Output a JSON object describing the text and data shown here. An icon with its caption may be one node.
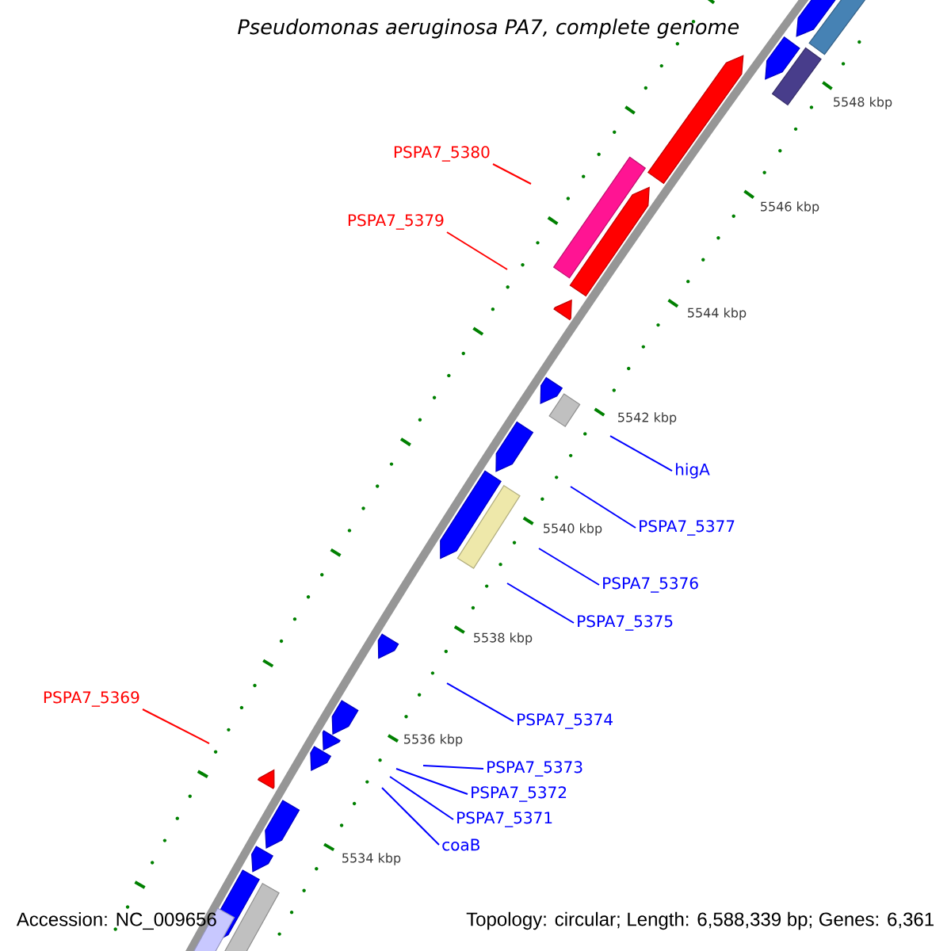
{
  "diagram": {
    "title": "Pseudomonas aeruginosa PA7, complete genome",
    "nodes": [
      {
        "text": [
          "PSPA7_5380"
        ]
      },
      {
        "text": [
          "PSPA7_5379"
        ]
      },
      {
        "text": [
          "higA"
        ]
      },
      {
        "text": [
          "PSPA7_5377"
        ]
      },
      {
        "text": [
          "PSPA7_5376"
        ]
      },
      {
        "text": [
          "PSPA7_5375"
        ]
      },
      {
        "text": [
          "PSPA7_5369"
        ]
      },
      {
        "text": [
          "PSPA7_5374"
        ]
      },
      {
        "text": [
          "PSPA7_5373"
        ]
      },
      {
        "text": [
          "PSPA7_5372"
        ]
      },
      {
        "text": [
          "PSPA7_5371"
        ]
      },
      {
        "text": [
          "coaB"
        ]
      }
    ],
    "edges": [
      {
        "from": 0,
        "to": null,
        "arrow": "none",
        "color": "#ff0000"
      },
      {
        "from": 1,
        "to": null,
        "arrow": "none",
        "color": "#ff0000"
      },
      {
        "from": 2,
        "to": null,
        "arrow": "none"
      },
      {
        "from": 3,
        "to": null,
        "arrow": "none"
      },
      {
        "from": 4,
        "to": null,
        "arrow": "none"
      },
      {
        "from": 5,
        "to": null,
        "arrow": "none"
      },
      {
        "from": 6,
        "to": null,
        "arrow": "none",
        "color": "#ff0000"
      },
      {
        "from": 7,
        "to": null,
        "arrow": "none"
      },
      {
        "from": 8,
        "to": null,
        "arrow": "none"
      },
      {
        "from": 9,
        "to": null,
        "arrow": "none"
      },
      {
        "from": 10,
        "to": null,
        "arrow": "none"
      },
      {
        "from": 11,
        "to": null,
        "arrow": "none"
      }
    ],
    "labels": [
      "5548 kbp",
      "5546 kbp",
      "5544 kbp",
      "5542 kbp",
      "5540 kbp",
      "5538 kbp",
      "5536 kbp",
      "5534 kbp",
      "Accession: NC_009656",
      "Topology: circular; Length: 6,588,339 bp; Genes: 6,361"
    ]
  }
}
